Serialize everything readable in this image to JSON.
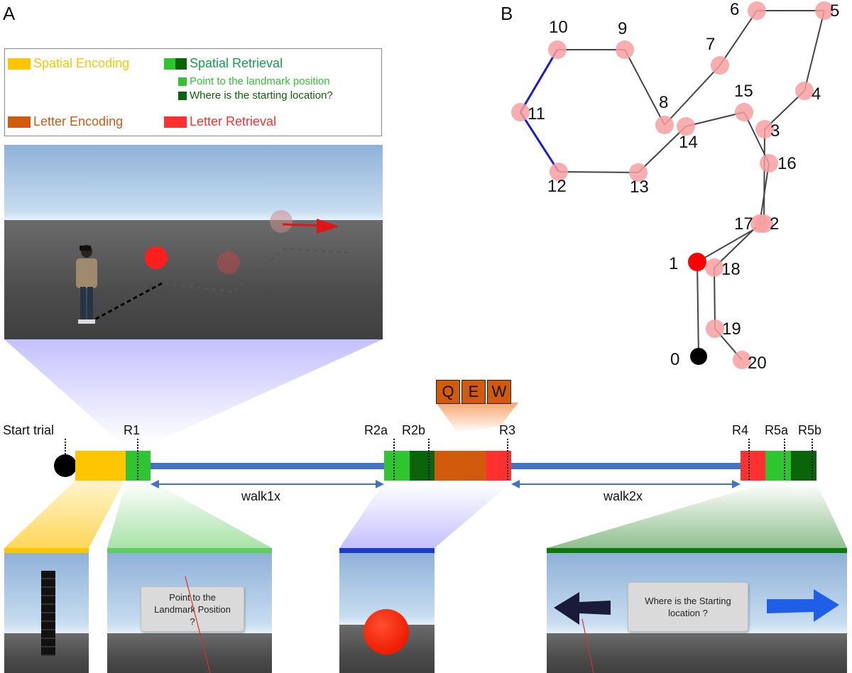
{
  "panel_a_label": "A",
  "panel_b_label": "B",
  "legend": {
    "spatial_encoding": "Spatial Encoding",
    "spatial_retrieval": "Spatial Retrieval",
    "point_landmark": "Point to the landmark position",
    "where_starting": "Where is the starting location?",
    "letter_encoding": "Letter Encoding",
    "letter_retrieval": "Letter Retrieval"
  },
  "colors": {
    "spatial_encoding": "#ffc600",
    "spatial_retrieval": "#12a14b",
    "point_landmark": "#2ec531",
    "where_starting": "#0a640a",
    "letter_encoding": "#d15a0c",
    "letter_retrieval": "#ff3030",
    "walk": "#4472c4"
  },
  "timeline": {
    "start_trial": "Start trial",
    "markers": [
      "R1",
      "R2a",
      "R2b",
      "R3",
      "R4",
      "R5a",
      "R5b"
    ],
    "walk1": "walk1x",
    "walk2": "walk2x",
    "letters": [
      "Q",
      "E",
      "W"
    ]
  },
  "dialogs": {
    "point": "Point to the Landmark Position ?",
    "where": "Where is the Starting location ?"
  },
  "path_nodes": [
    "0",
    "1",
    "2",
    "3",
    "4",
    "5",
    "6",
    "7",
    "8",
    "9",
    "10",
    "11",
    "12",
    "13",
    "14",
    "15",
    "16",
    "17",
    "18",
    "19",
    "20"
  ]
}
